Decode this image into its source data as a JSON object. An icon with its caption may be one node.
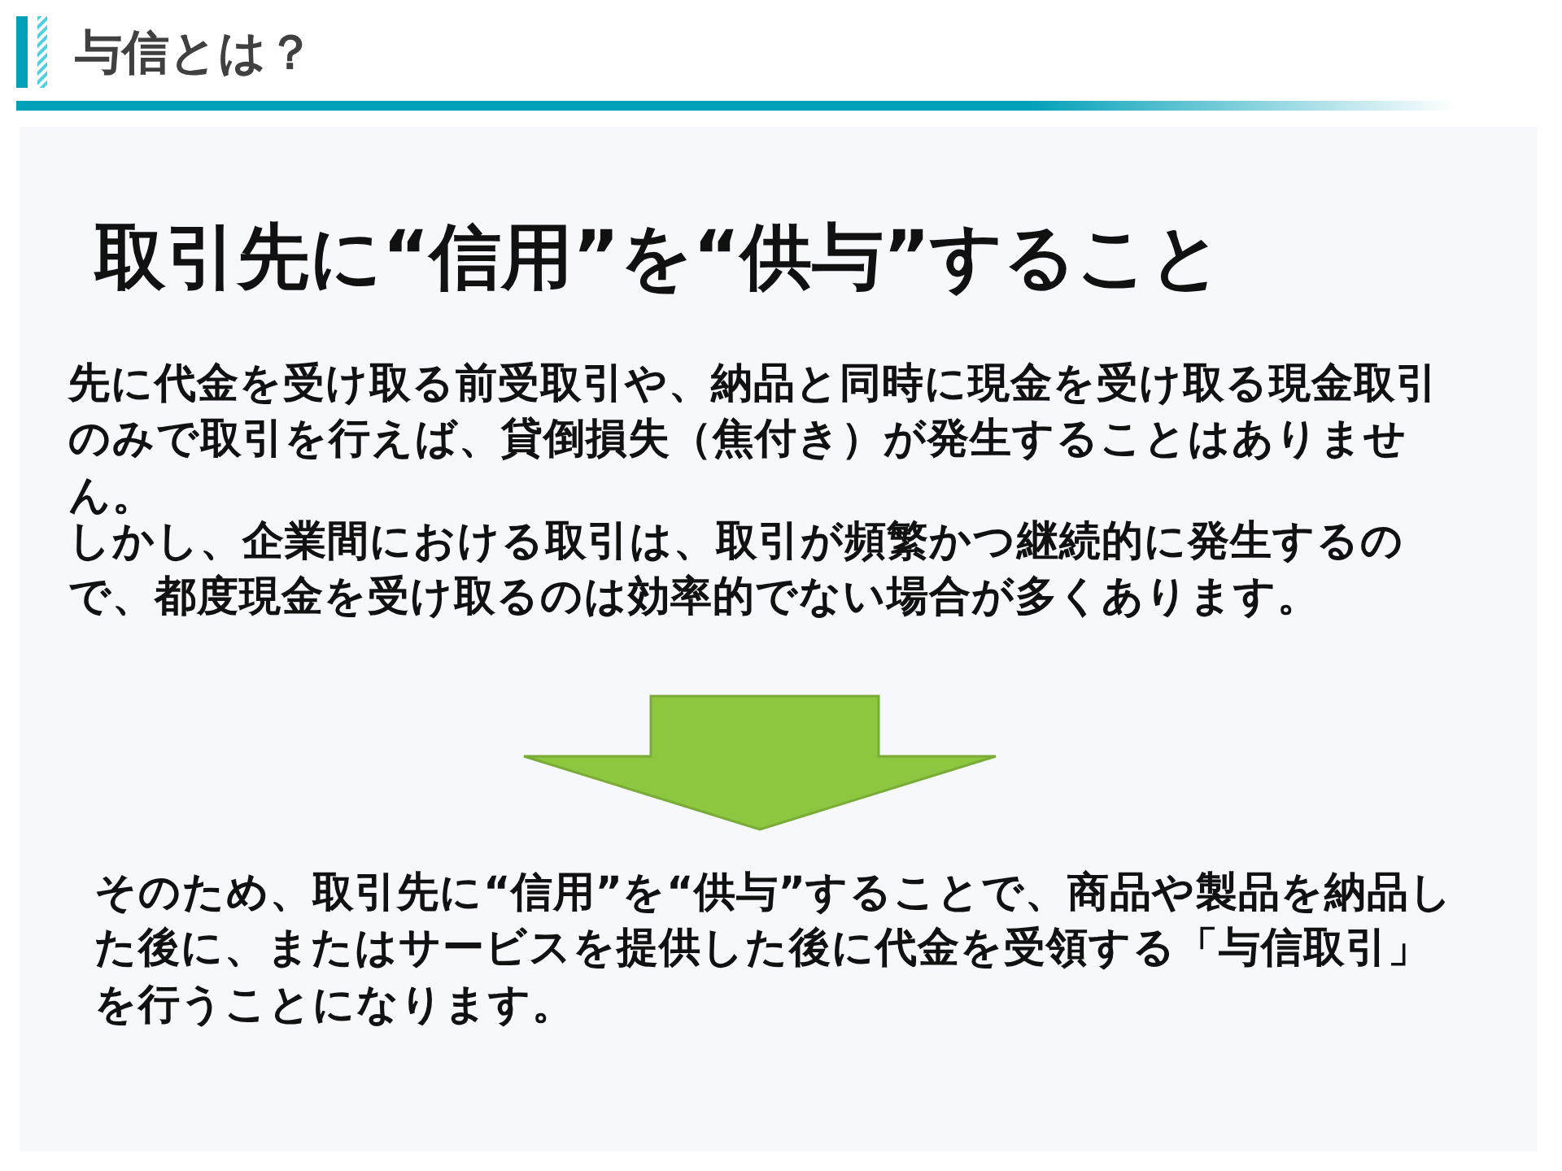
{
  "diagram": {
    "title": "与信とは？",
    "labels": [
      "取引先に“**信**用”を“供**与**”すること",
      "先に代金を受け取る**前受取引**や、納品と同時に現金を受け取る**現金取引**のみで取引を行えば、**貸倒損失（焦付き）**が発生することはありません。",
      "しかし、企業間における取引は、取引が頻繁かつ継続的に発生するので、都度現金を受け取るのは効率的でない場合が多くあります。",
      "そのため、取引先に“**信**用”を“供**与**”することで、商品や製品を納品した後に、またはサービスを提供した後に代金を受領する**「与信取引」**を行うことになります。"
    ]
  }
}
